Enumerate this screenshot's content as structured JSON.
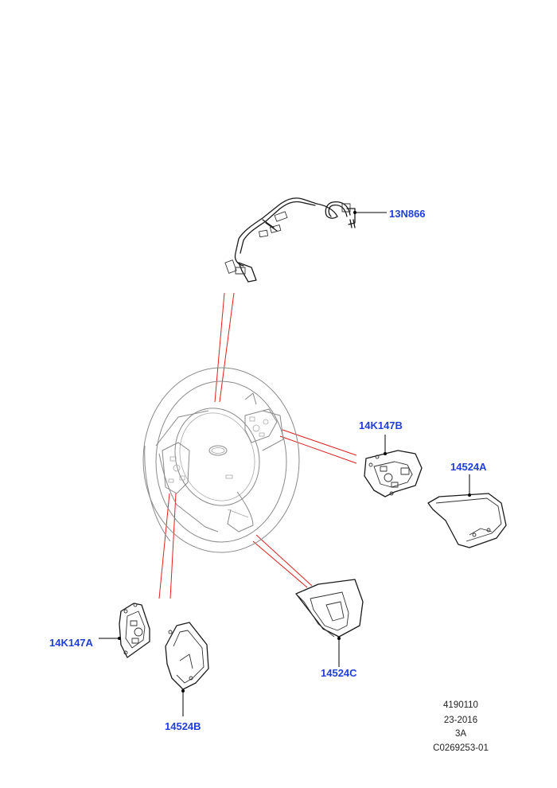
{
  "callouts": {
    "harness": "13N866",
    "switch_right": "14K147B",
    "bezel_right": "14524A",
    "switch_left": "14K147A",
    "bezel_lower": "14524C",
    "bezel_left": "14524B"
  },
  "reference": {
    "line1": "4190110",
    "line2": "23-2016",
    "line3": "3A",
    "line4": "C0269253-01"
  },
  "colors": {
    "callout_text": "#1f3fd8",
    "explode_lines": "#e0201e",
    "drawing": "#1a1a1a"
  }
}
